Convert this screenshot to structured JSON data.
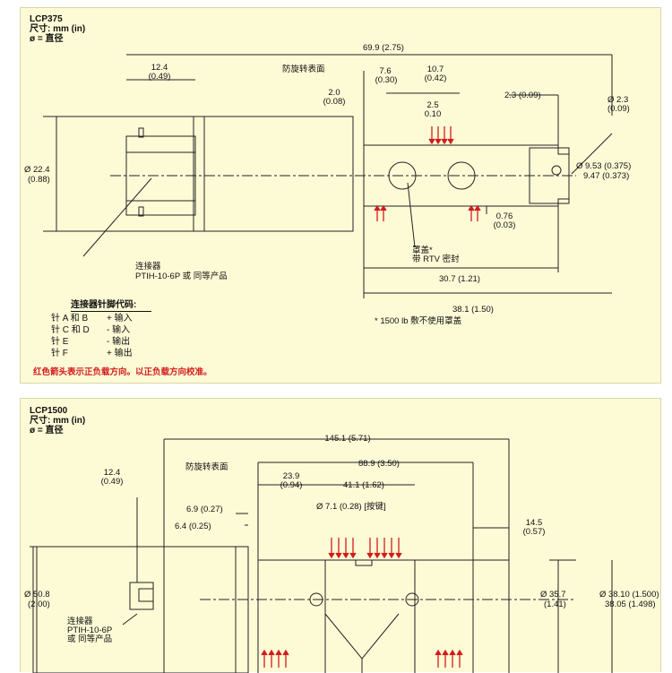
{
  "panel1": {
    "model": "LCP375",
    "size_line": "尺寸: mm (in)",
    "dia_line": "ø = 直径",
    "dims": {
      "overall": "69.9 (2.75)",
      "d124": "12.4",
      "d124_in": "(0.49)",
      "anti_rot": "防旋转表面",
      "d76": "7.6",
      "d76_in": "(0.30)",
      "d107": "10.7",
      "d107_in": "(0.42)",
      "d20": "2.0",
      "d20_in": "(0.08)",
      "d25": "2.5",
      "d010": "0.10",
      "d23": "2.3 (0.09)",
      "dia23": "Ø 2.3",
      "dia23_in": "(0.09)",
      "dia224": "Ø 22.4",
      "dia224_in": "(0.88)",
      "dia953": "Ø 9.53 (0.375)",
      "dia947": "9.47 (0.373)",
      "d076": "0.76",
      "d076_in": "(0.03)",
      "cap1": "罩盖*",
      "cap2": "带 RTV 密封",
      "d307": "30.7 (1.21)",
      "d381": "38.1 (1.50)",
      "footnote": "* 1500 lb 敷不使用罩盖"
    },
    "connector": {
      "line1": "连接器",
      "line2": "PTIH-10-6P 或 同等产品"
    },
    "pin_title": "连接器针脚代码:",
    "pins": [
      {
        "pin": "针 A 和 B",
        "sig": "+ 输入"
      },
      {
        "pin": "针 C 和 D",
        "sig": "- 输入"
      },
      {
        "pin": "针 E",
        "sig": "- 输出"
      },
      {
        "pin": "针 F",
        "sig": "+ 输出"
      }
    ],
    "red_note": "红色箭头表示正负载方向。以正负载方向校准。"
  },
  "panel2": {
    "model": "LCP1500",
    "size_line": "尺寸: mm (in)",
    "dia_line": "ø = 直径",
    "dims": {
      "overall": "145.1 (5.71)",
      "d124": "12.4",
      "d124_in": "(0.49)",
      "anti_rot": "防旋转表面",
      "d889": "88.9 (3.50)",
      "d239": "23.9",
      "d239_in": "(0.94)",
      "d411": "41.1 (1.62)",
      "d69": "6.9 (0.27)",
      "d64": "6.4 (0.25)",
      "dia71": "Ø 7.1 (0.28) [按键]",
      "d145": "14.5",
      "d145_in": "(0.57)",
      "dia508": "Ø 50.8",
      "dia508_in": "(2.00)",
      "dia357": "Ø 35.7",
      "dia357_in": "(1.41)",
      "dia3810": "Ø 38.10 (1.500)",
      "dia3805": "38.05 (1.498)"
    },
    "connector": {
      "line1": "连接器",
      "line2": "PTIH-10-6P",
      "line3": "或 同等产品"
    }
  },
  "colors": {
    "panel_bg": "#fdfbd6",
    "line": "#222222",
    "arrow": "#d21c1c"
  }
}
